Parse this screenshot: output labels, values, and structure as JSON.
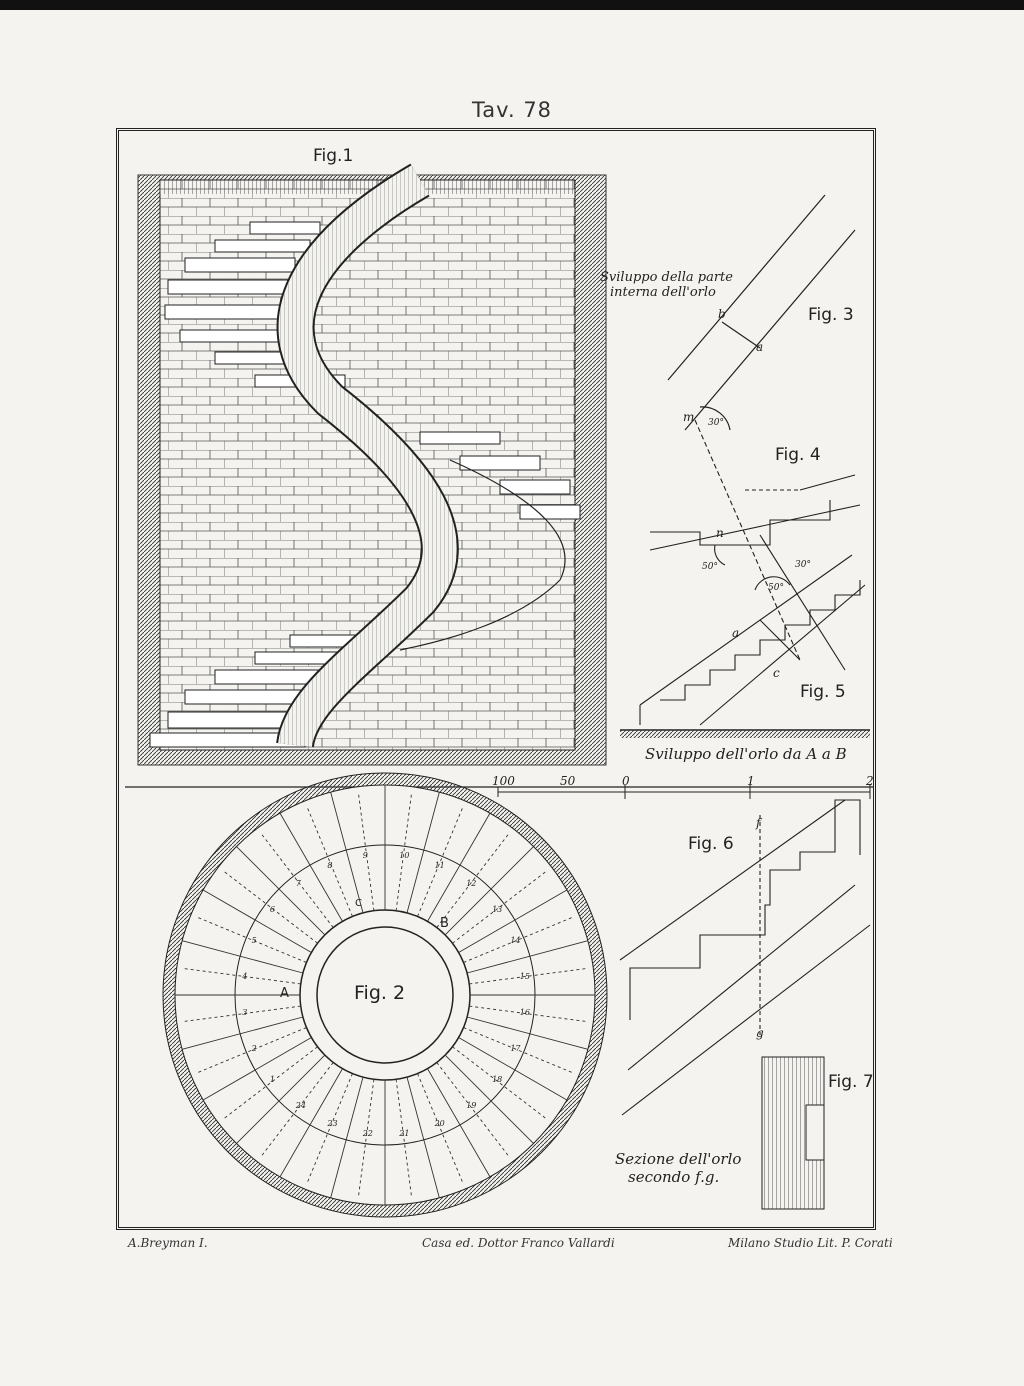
{
  "plate": {
    "title": "Tav. 78"
  },
  "figures": {
    "fig1": "Fig.1",
    "fig2": "Fig. 2",
    "fig3": "Fig. 3",
    "fig4": "Fig. 4",
    "fig5": "Fig. 5",
    "fig6": "Fig. 6",
    "fig7": "Fig. 7"
  },
  "captions": {
    "fig3_line1": "Sviluppo della parte",
    "fig3_line2": "interna dell'orlo",
    "fig5": "Sviluppo dell'orlo da A a B",
    "fig7_line1": "Sezione dell'orlo",
    "fig7_line2": "secondo f.g."
  },
  "scale_bar": {
    "ticks": [
      "100",
      "50",
      "0",
      "1",
      "2"
    ]
  },
  "angles": {
    "m": "30°",
    "n": "50°",
    "a1": "30°",
    "a2": "50°"
  },
  "point_letters": {
    "m": "m",
    "n": "n",
    "a": "a",
    "b": "b",
    "c": "c",
    "f": "f",
    "g": "g",
    "A": "A",
    "B": "B",
    "C": "C"
  },
  "step_numbers": [
    "1",
    "2",
    "3",
    "4",
    "5",
    "6",
    "7",
    "8",
    "9",
    "10",
    "11",
    "12",
    "13",
    "14",
    "15",
    "16",
    "17",
    "18",
    "19",
    "20",
    "21",
    "22",
    "23",
    "24"
  ],
  "footer": {
    "left": "A.Breyman I.",
    "center": "Casa ed. Dottor Franco Vallardi",
    "right": "Milano Studio Lit. P. Corati"
  }
}
